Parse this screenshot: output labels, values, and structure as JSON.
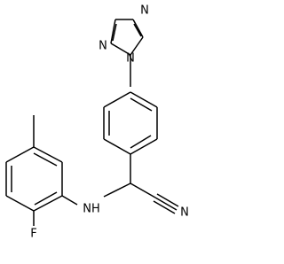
{
  "atoms": {
    "triazole_n_top": "N",
    "triazole_n_left": "N",
    "triazole_n_link": "N",
    "amine": "NH",
    "nitrile_n": "N",
    "fluorine": "F"
  },
  "colors": {
    "bond": "#000000",
    "label": "#000000",
    "background": "#ffffff"
  }
}
